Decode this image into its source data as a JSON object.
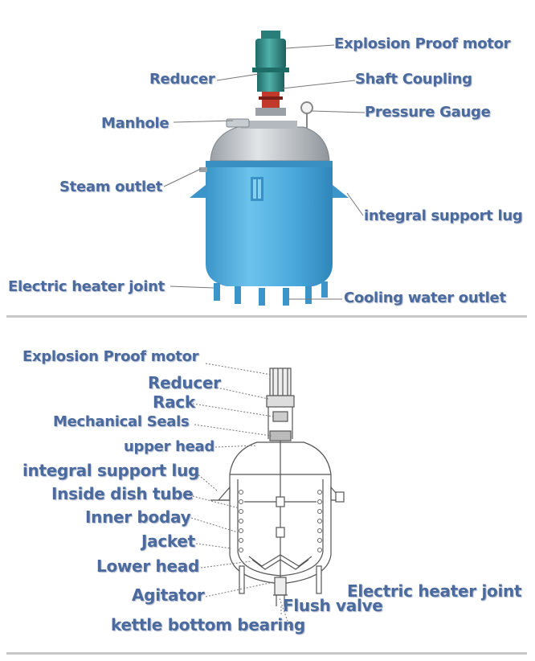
{
  "top": {
    "labels": {
      "explosion_proof_motor": "Explosion Proof motor",
      "reducer": "Reducer",
      "shaft_coupling": "Shaft Coupling",
      "manhole": "Manhole",
      "pressure_gauge": "Pressure Gauge",
      "steam_outlet": "Steam outlet",
      "integral_support_lug": "integral support lug",
      "electric_heater_joint": "Electric heater joint",
      "cooling_water_outlet": "Cooling water outlet"
    }
  },
  "bottom": {
    "labels": {
      "explosion_proof_motor": "Explosion Proof motor",
      "reducer": "Reducer",
      "rack": "Rack",
      "mechanical_seals": "Mechanical Seals",
      "upper_head": "upper head",
      "integral_support_lug": "integral support lug",
      "inside_dish_tube": "Inside dish tube",
      "inner_boday": "Inner boday",
      "jacket": "Jacket",
      "lower_head": "Lower  head",
      "agitator": "Agitator",
      "electric_heater_joint": "Electric heater joint",
      "flush_valve": "Flush valve",
      "kettle_bottom_bearing": "kettle bottom bearing"
    }
  },
  "colors": {
    "label_text": "#4b6a9e",
    "vessel_body": "#4aa8dc",
    "vessel_head": "#b9bec3",
    "motor": "#2e8b87",
    "drawing_line": "#555555"
  }
}
